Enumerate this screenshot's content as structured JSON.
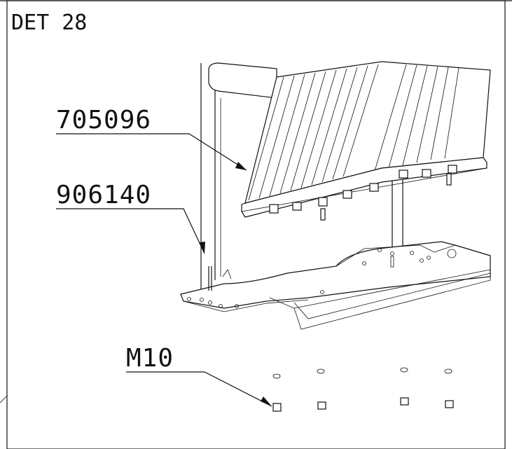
{
  "detail": {
    "title": "DET 28"
  },
  "callouts": [
    {
      "id": "part-705096",
      "label": "705096"
    },
    {
      "id": "part-906140",
      "label": "906140"
    },
    {
      "id": "part-m10",
      "label": "M10"
    }
  ]
}
